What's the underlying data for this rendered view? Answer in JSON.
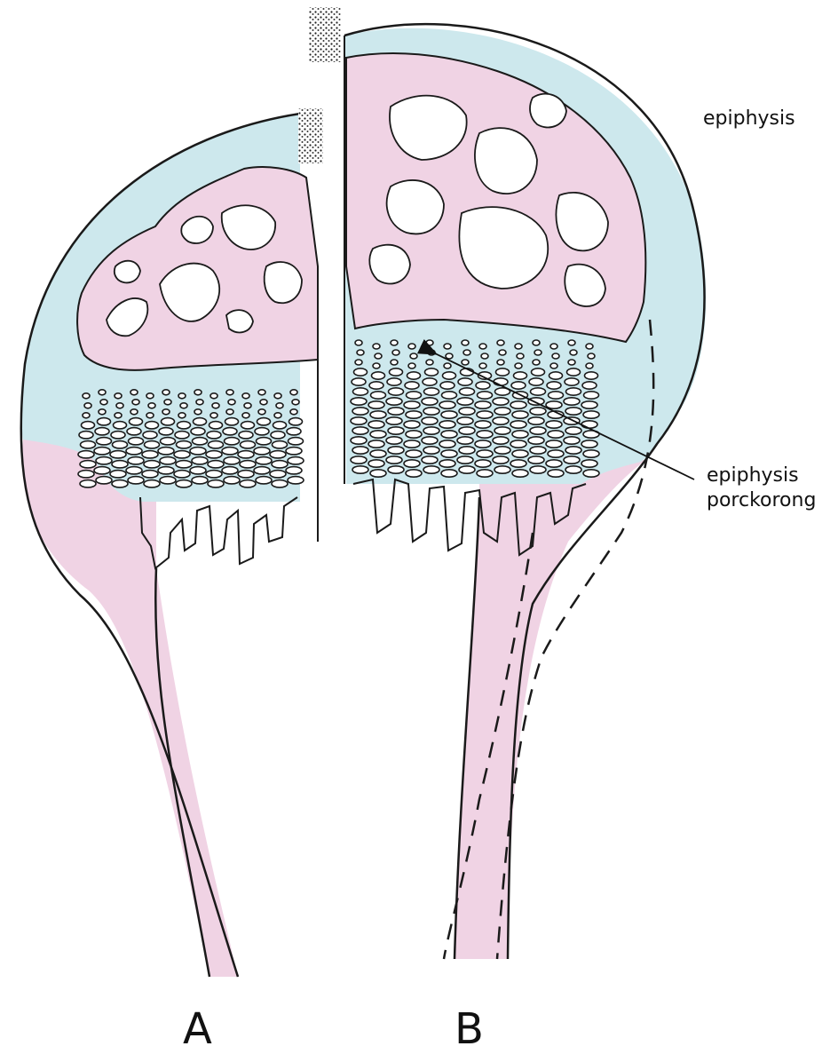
{
  "labels": {
    "epiphysis": "epiphysis",
    "plate_line1": "epiphysis",
    "plate_line2": "porckorong",
    "panel_a": "A",
    "panel_b": "B"
  },
  "colors": {
    "cartilage": "#cde8ed",
    "bone": "#f0d3e4",
    "outline": "#1a1a1a",
    "background": "#ffffff"
  }
}
